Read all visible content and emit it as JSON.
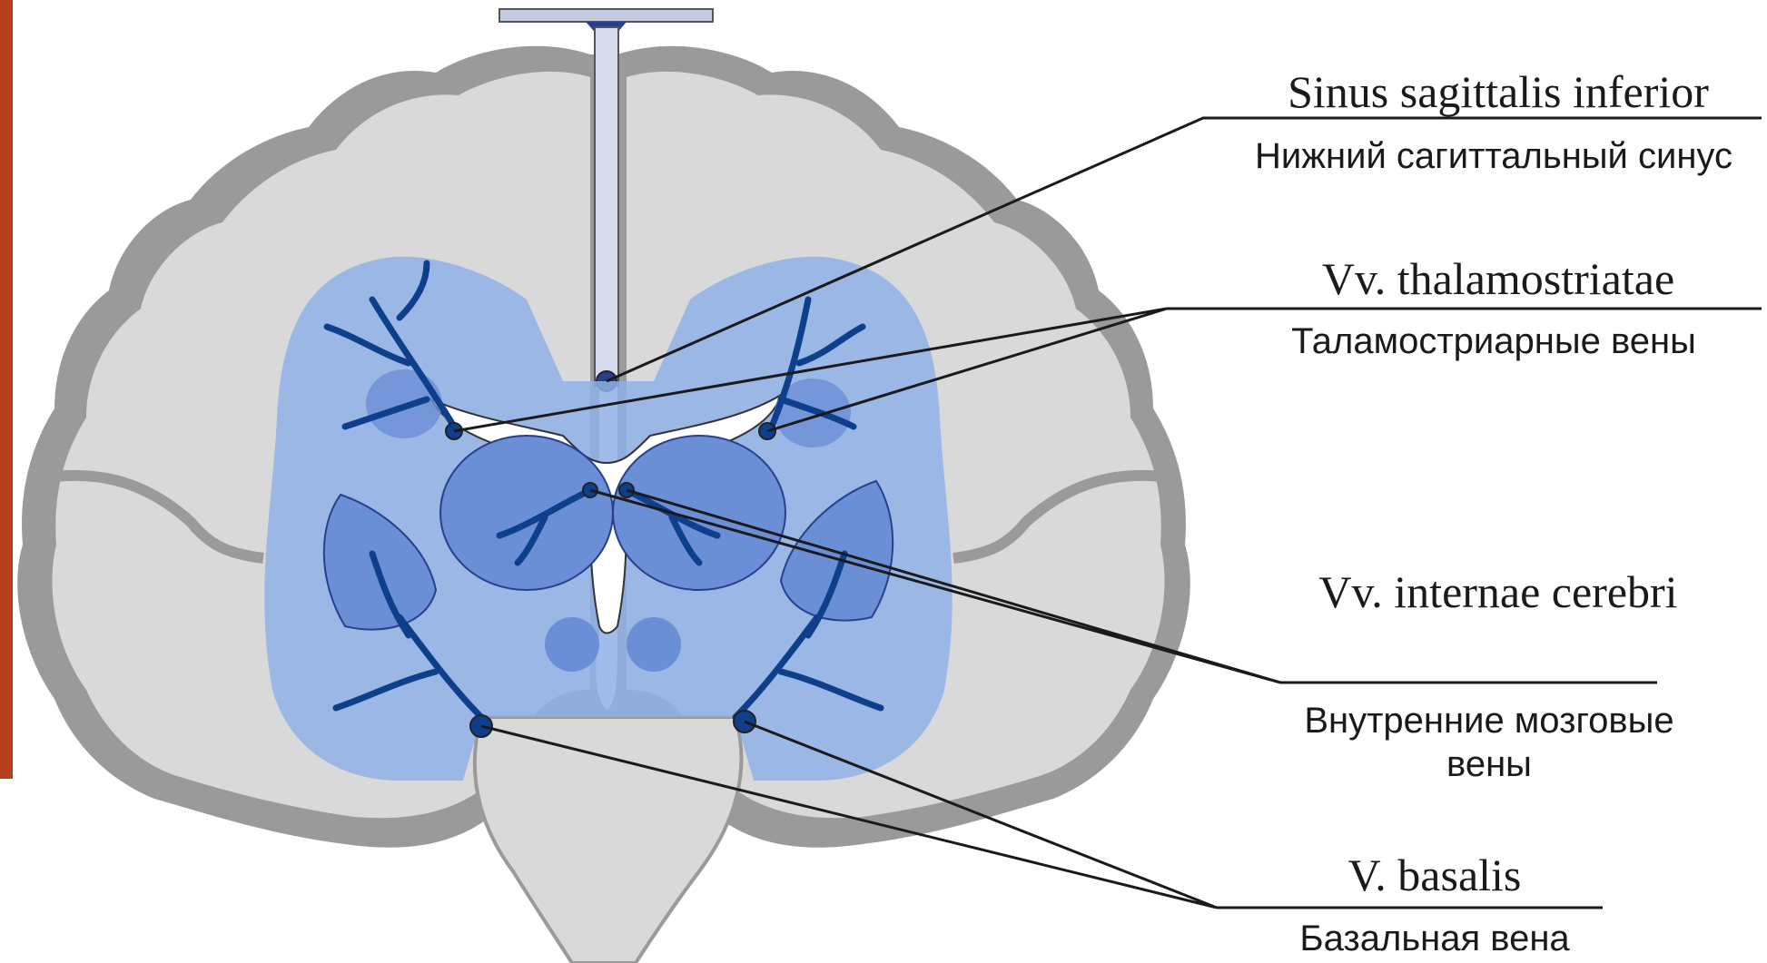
{
  "colors": {
    "accent_bar": "#b5401f",
    "cortex": "#9a9a9a",
    "white_matter": "#d9d9d9",
    "deep_zone": "#8fb0e6",
    "nuclei": "#6b8fd6",
    "veins": "#0d3f8c",
    "lines": "#1a1a1a"
  },
  "labels": {
    "sinus_sagittalis": {
      "latin": "Sinus sagittalis inferior",
      "ru": "Нижний сагиттальный синус"
    },
    "thalamostriatae": {
      "latin": "Vv. thalamostriatae",
      "ru": "Таламостриарные вены"
    },
    "internae_cerebri": {
      "latin": "Vv. internae cerebri",
      "ru": "Внутренние мозговые вены"
    },
    "basalis": {
      "latin": "V. basalis",
      "ru": "Базальная вена"
    }
  }
}
